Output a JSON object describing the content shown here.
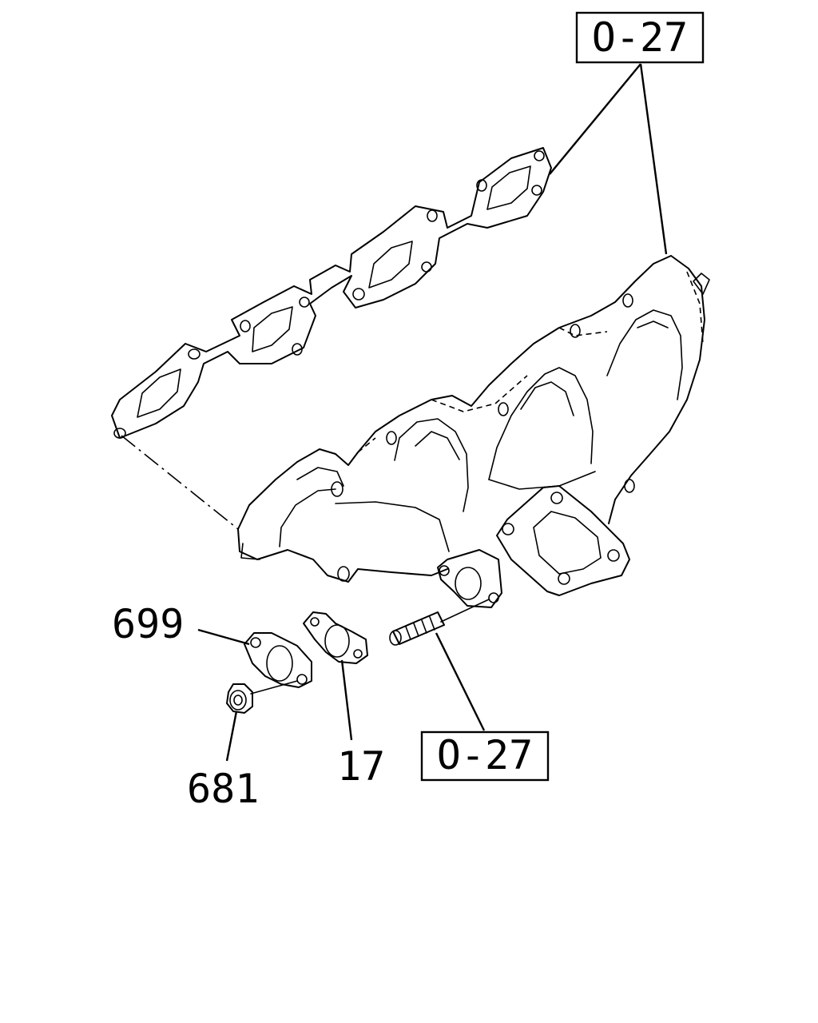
{
  "callouts": {
    "ref_top": "O-27",
    "ref_bottom": "O-27",
    "part_699": "699",
    "part_17": "17",
    "part_681": "681"
  },
  "colors": {
    "line": "#000000",
    "background": "#ffffff"
  }
}
